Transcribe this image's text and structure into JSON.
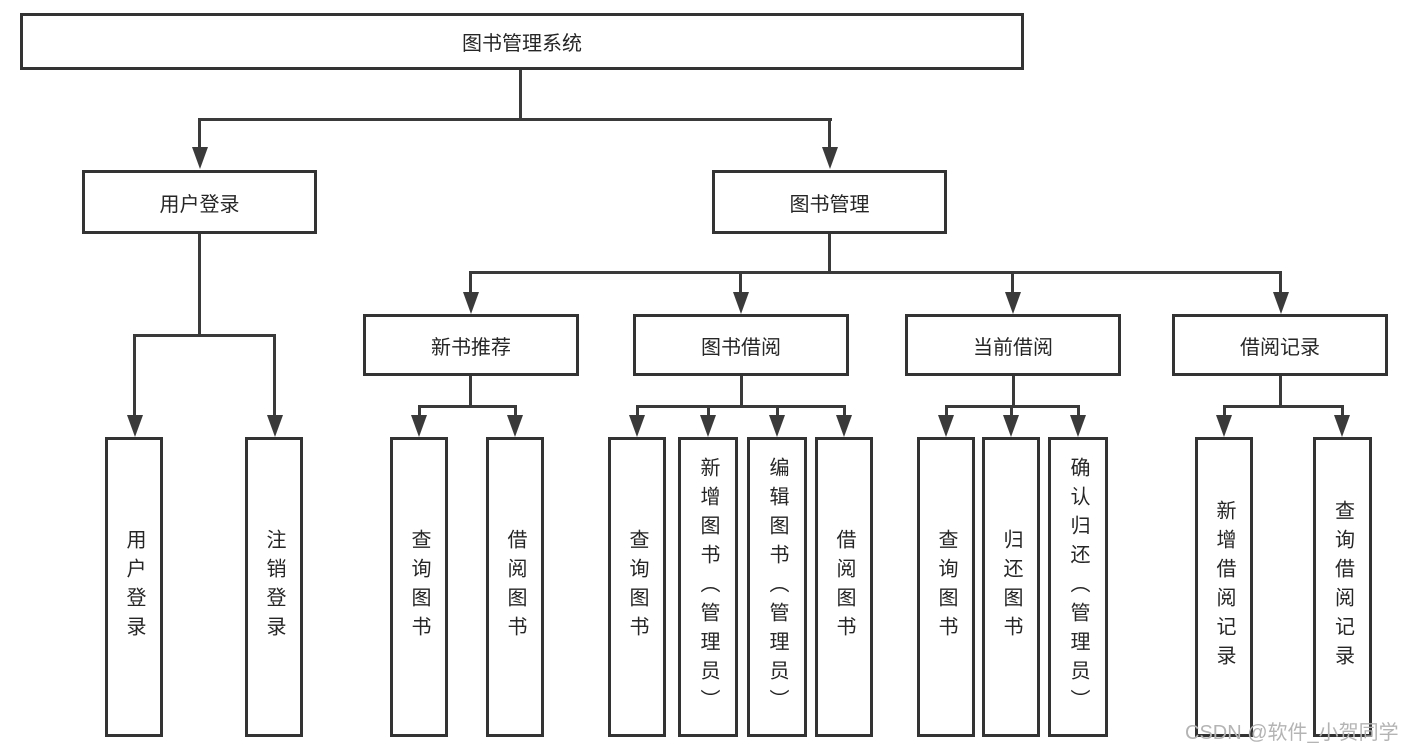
{
  "diagram_title": "图书管理系统",
  "nodes": {
    "root": {
      "label": "图书管理系统"
    },
    "level2": {
      "user_login": {
        "label": "用户登录"
      },
      "book_management": {
        "label": "图书管理"
      }
    },
    "level3": {
      "new_book_recommend": {
        "label": "新书推荐"
      },
      "book_borrowing": {
        "label": "图书借阅"
      },
      "current_borrowing": {
        "label": "当前借阅"
      },
      "borrowing_records": {
        "label": "借阅记录"
      }
    },
    "leaves": {
      "user_login_leaf": {
        "label": "用户登录",
        "parent": "用户登录"
      },
      "logout": {
        "label": "注销登录",
        "parent": "用户登录"
      },
      "query_books_recommend": {
        "label": "查询图书",
        "parent": "新书推荐"
      },
      "borrow_books_recommend": {
        "label": "借阅图书",
        "parent": "新书推荐"
      },
      "query_books_borrowing": {
        "label": "查询图书",
        "parent": "图书借阅"
      },
      "add_books_admin": {
        "label": "新增图书（管理员）",
        "parent": "图书借阅"
      },
      "edit_books_admin": {
        "label": "编辑图书（管理员）",
        "parent": "图书借阅"
      },
      "borrow_books_borrowing": {
        "label": "借阅图书",
        "parent": "图书借阅"
      },
      "query_books_current": {
        "label": "查询图书",
        "parent": "当前借阅"
      },
      "return_books": {
        "label": "归还图书",
        "parent": "当前借阅"
      },
      "confirm_return_admin": {
        "label": "确认归还（管理员）",
        "parent": "当前借阅"
      },
      "add_borrow_record": {
        "label": "新增借阅记录",
        "parent": "借阅记录"
      },
      "query_borrow_record": {
        "label": "查询借阅记录",
        "parent": "借阅记录"
      }
    }
  },
  "watermark": {
    "text": "CSDN @软件_小贺同学"
  },
  "colors": {
    "line": "#3a3a3a",
    "box_border": "#333333",
    "text": "#262626",
    "background": "#ffffff",
    "watermark": "#b4b4b4"
  }
}
